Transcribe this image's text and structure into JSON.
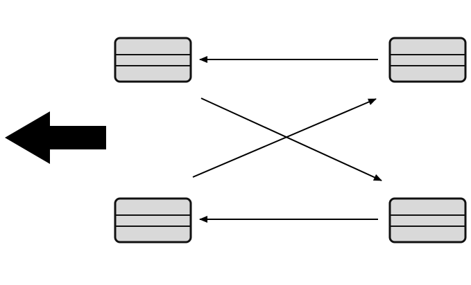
{
  "diagram": {
    "nodes": [
      {
        "id": "top-left"
      },
      {
        "id": "top-right"
      },
      {
        "id": "bottom-left"
      },
      {
        "id": "bottom-right"
      }
    ],
    "edges": [
      {
        "from": "top-right",
        "to": "top-left"
      },
      {
        "from": "bottom-right",
        "to": "bottom-left"
      },
      {
        "from": "top-left",
        "to": "bottom-right"
      },
      {
        "from": "bottom-left",
        "to": "top-right"
      }
    ],
    "direction_indicator": {
      "direction": "left"
    },
    "colors": {
      "node_fill": "#d9d9d9",
      "node_stroke": "#111111",
      "edge_stroke": "#000000",
      "indicator_fill": "#000000",
      "background": "#ffffff"
    }
  }
}
